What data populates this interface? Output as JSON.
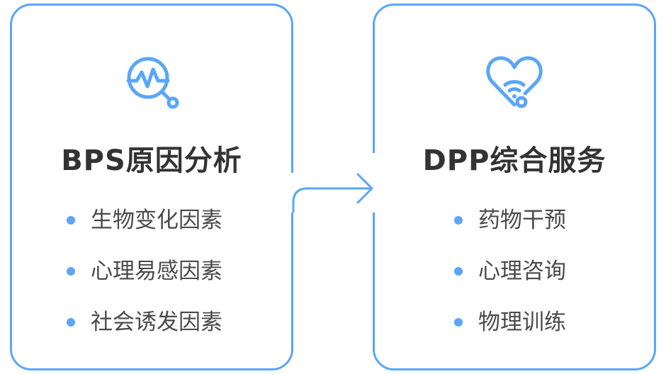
{
  "cards": [
    {
      "icon": "heartbeat-magnifier-icon",
      "title": "BPS原因分析",
      "items": [
        "生物变化因素",
        "心理易感因素",
        "社会诱发因素"
      ]
    },
    {
      "icon": "heart-stethoscope-icon",
      "title": "DPP综合服务",
      "items": [
        "药物干预",
        "心理咨询",
        "物理训练"
      ]
    }
  ],
  "colors": {
    "accent": "#5aa6f8",
    "title_text": "#333333",
    "item_text": "#4a4a4a"
  }
}
